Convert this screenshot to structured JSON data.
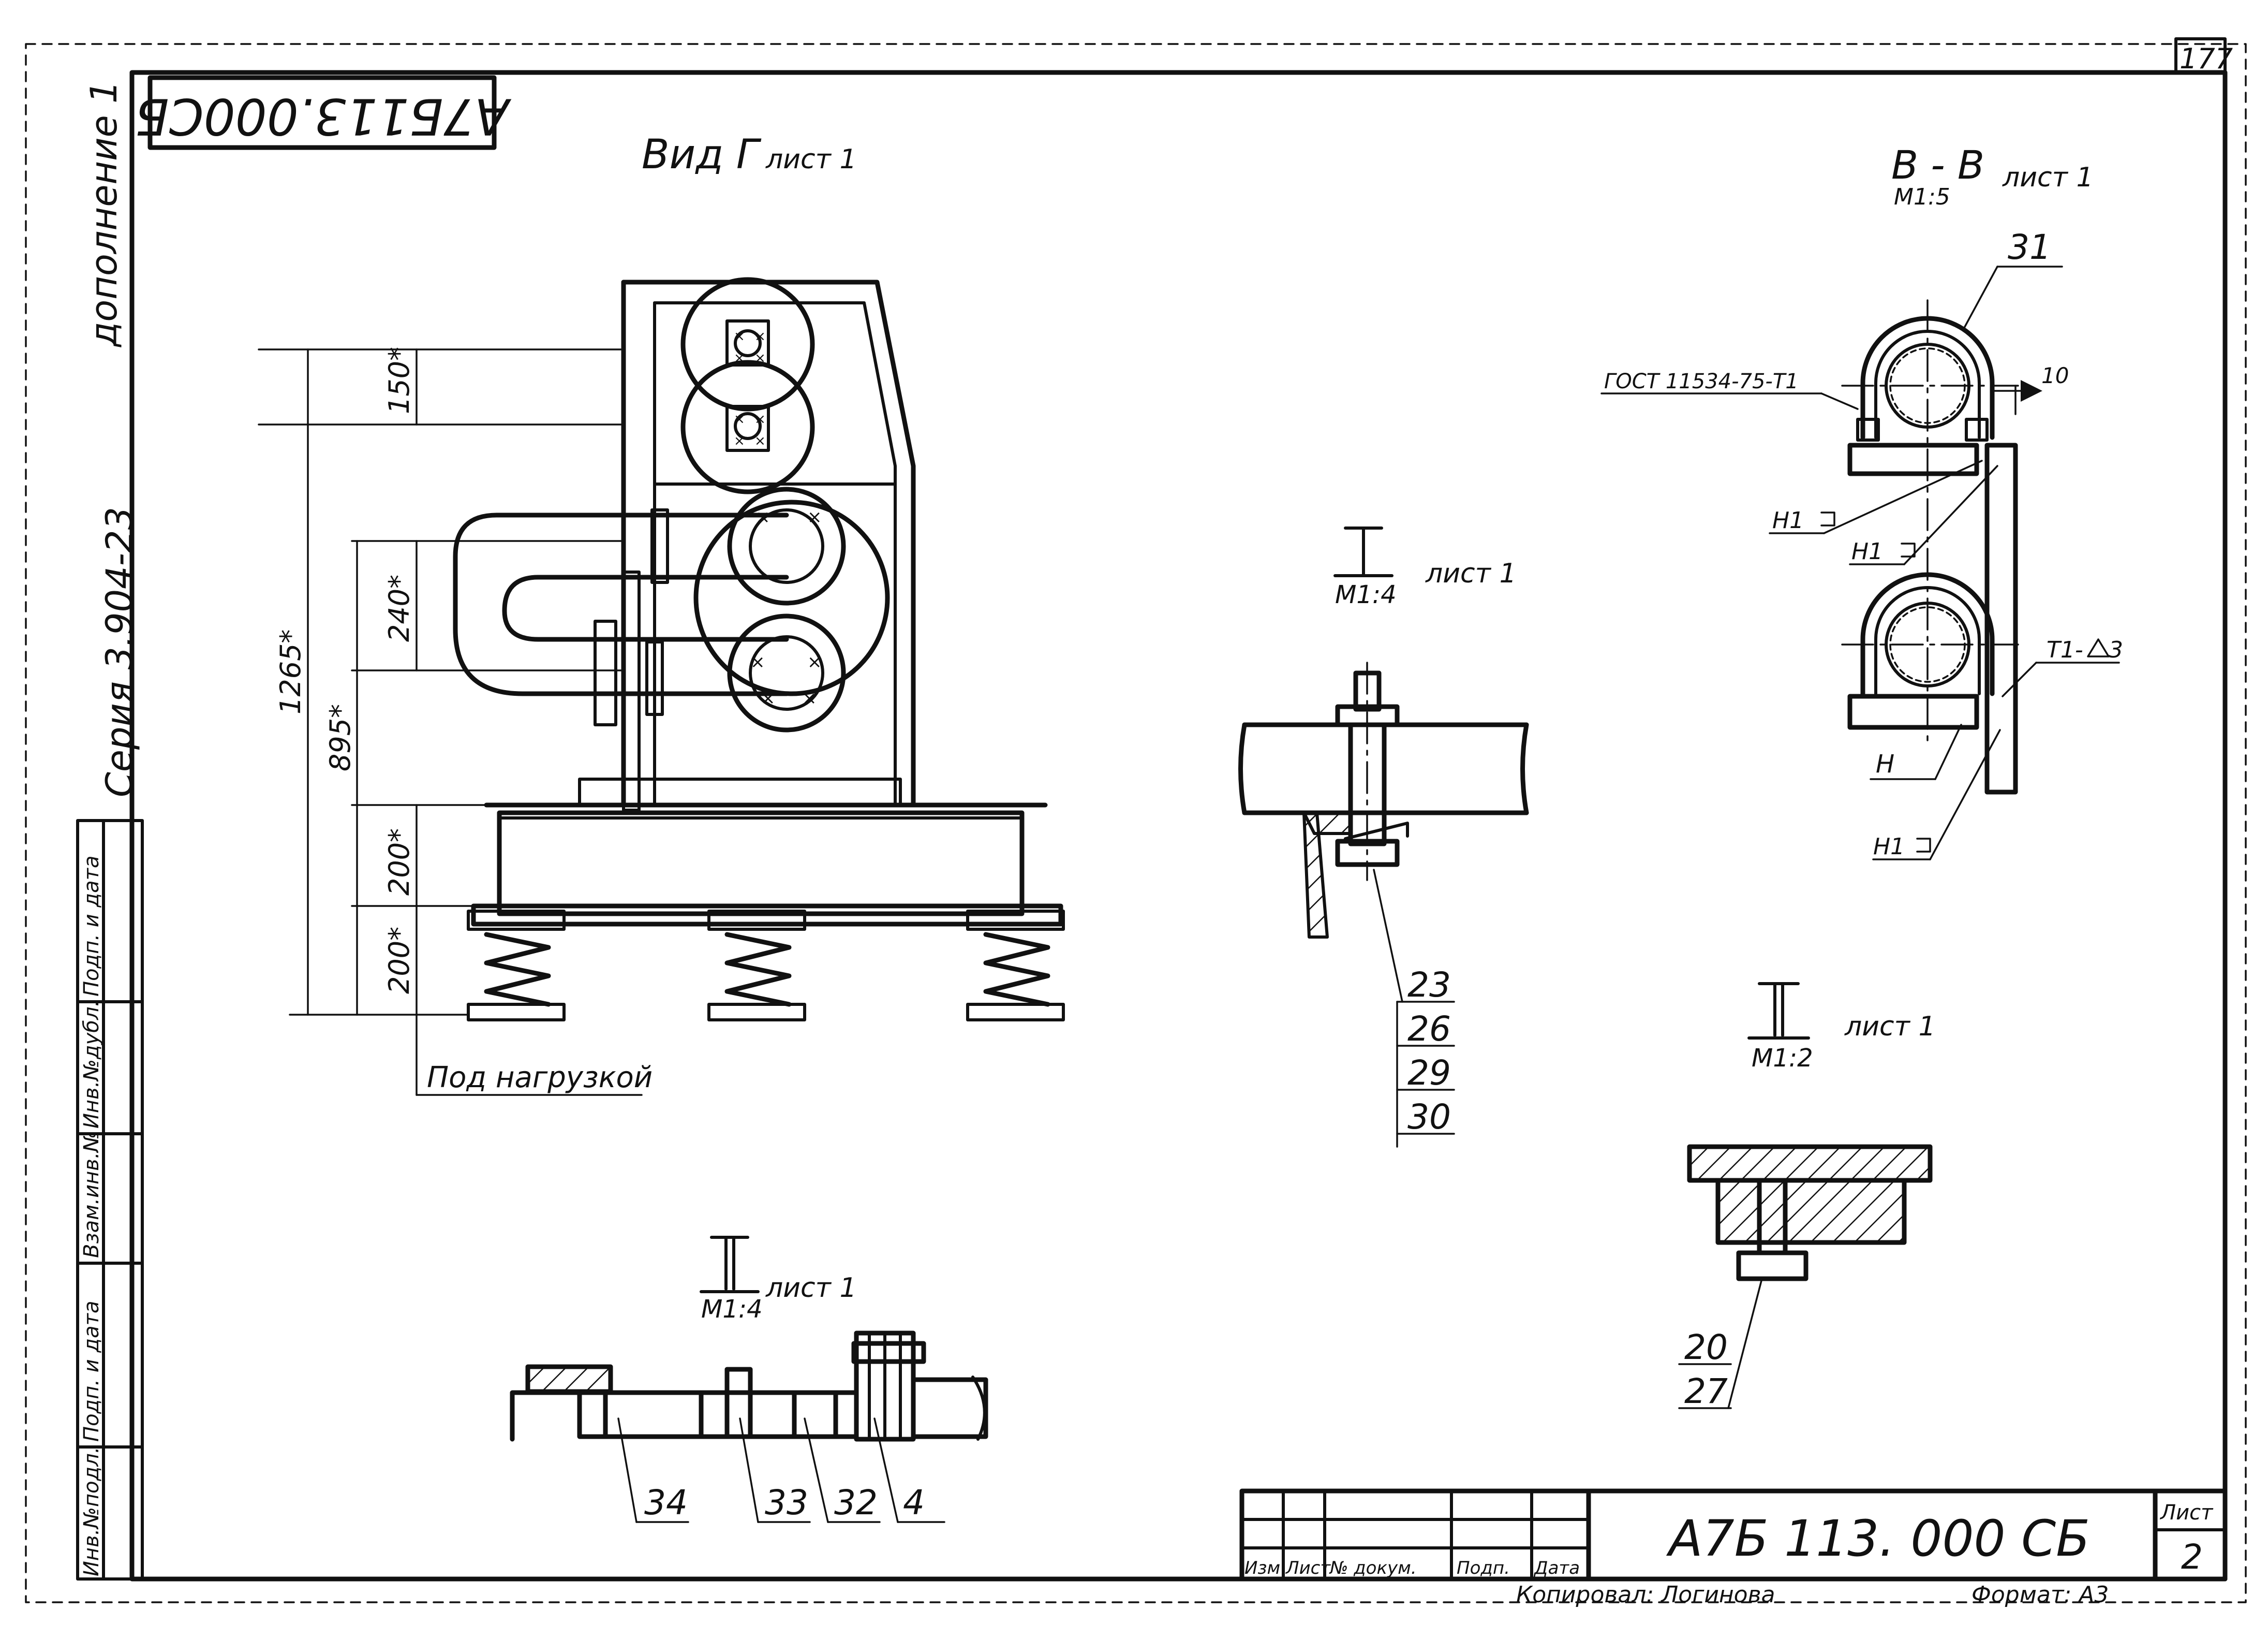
{
  "stamp_code": "А7Б113.000СБ",
  "side": {
    "addendum": "дополнение 1",
    "series": "Серия 3.904-23",
    "cells": [
      "Подп. и дата",
      "Инв.№дубл.",
      "Взам.инв.№",
      "Подп. и дата",
      "Инв.№подл."
    ]
  },
  "corner_number": "177",
  "view_g": {
    "title": "Вид Г",
    "sheet": "лист 1",
    "dims": {
      "d150": "150*",
      "d240": "240*",
      "d1265": "1265*",
      "d895": "895*",
      "d200a": "200*",
      "d200b": "200*"
    },
    "under_load": "Под нагрузкой"
  },
  "view_i": {
    "roman": "I",
    "scale": "М1:4",
    "sheet": "лист 1",
    "callouts": [
      "23",
      "26",
      "29",
      "30"
    ]
  },
  "view_bb": {
    "title": "В - В",
    "scale": "М1:5",
    "sheet": "лист 1",
    "callout": "31",
    "gost": "ГОСТ 11534-75-Т1",
    "dim10": "10",
    "welds": [
      "Н1",
      "Н1",
      "Т1-",
      "3",
      "Н",
      "Н1"
    ]
  },
  "view_ii_right": {
    "roman": "II",
    "scale": "М1:2",
    "sheet": "лист 1",
    "callouts": [
      "20",
      "27"
    ]
  },
  "view_ii_left": {
    "roman": "II",
    "scale": "М1:4",
    "sheet": "лист 1",
    "callouts": [
      "34",
      "33",
      "32",
      "4"
    ]
  },
  "title_block": {
    "code": "А7Б 113. 000 СБ",
    "headers": [
      "Изм",
      "Лист",
      "№ докум.",
      "Подп.",
      "Дата"
    ],
    "sheet_label": "Лист",
    "sheet_num": "2",
    "copied": "Копировал: Логинова",
    "format": "Формат: А3"
  }
}
